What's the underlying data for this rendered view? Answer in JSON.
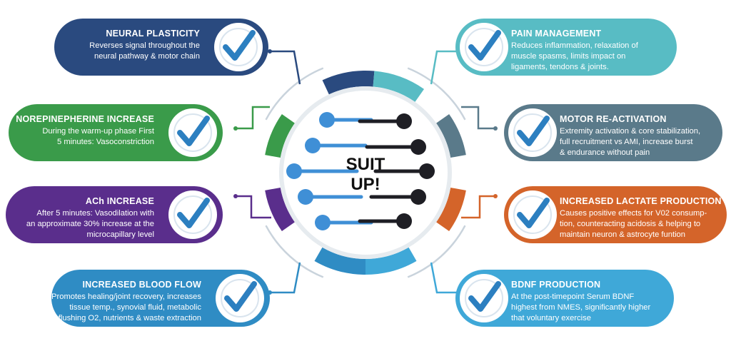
{
  "center": {
    "line1": "SUIT",
    "line2": "UP!"
  },
  "colors": {
    "neural": "#2a4a7f",
    "norepi": "#3a9b4a",
    "ach": "#5a2e8c",
    "blood": "#2f8cc4",
    "pain": "#58bcc4",
    "motor": "#5a7a8a",
    "lactate": "#d4642a",
    "bdnf": "#3fa8d8",
    "check": "#2c7fc0"
  },
  "left_cards": [
    {
      "key": "neural",
      "title": "NEURAL PLASTICITY",
      "desc": "Reverses signal throughout the\nneural pathway & motor chain"
    },
    {
      "key": "norepi",
      "title": "NOREPINEPHERINE INCREASE",
      "desc": "During the warm-up phase First\n5 minutes: Vasoconstriction"
    },
    {
      "key": "ach",
      "title": "ACh INCREASE",
      "desc": "After 5 minutes: Vasodilation with\nan approximate 30% increase at the\nmicrocapillary level"
    },
    {
      "key": "blood",
      "title": "INCREASED BLOOD FLOW",
      "desc": "Promotes healing/joint recovery, increases\ntissue temp., synovial fluid, metabolic\nflushing O2, nutrients & waste extraction"
    }
  ],
  "right_cards": [
    {
      "key": "pain",
      "title": "PAIN MANAGEMENT",
      "desc": "Reduces inflammation, relaxation of\nmuscle spasms, limits impact on\nligaments, tendons & joints."
    },
    {
      "key": "motor",
      "title": "MOTOR RE-ACTIVATION",
      "desc": "Extremity activation & core stabilization,\nfull recruitment vs AMI, increase burst\n& endurance without pain"
    },
    {
      "key": "lactate",
      "title": "INCREASED LACTATE PRODUCTION",
      "desc": "Causes positive effects for V02 consump-\ntion, counteracting acidosis & helping to\nmaintain neuron & astrocyte funtion"
    },
    {
      "key": "bdnf",
      "title": "BDNF PRODUCTION",
      "desc": "At the post-timepoint Serum BDNF\nhighest from NMES, significantly higher\nthat voluntary exercise"
    }
  ]
}
